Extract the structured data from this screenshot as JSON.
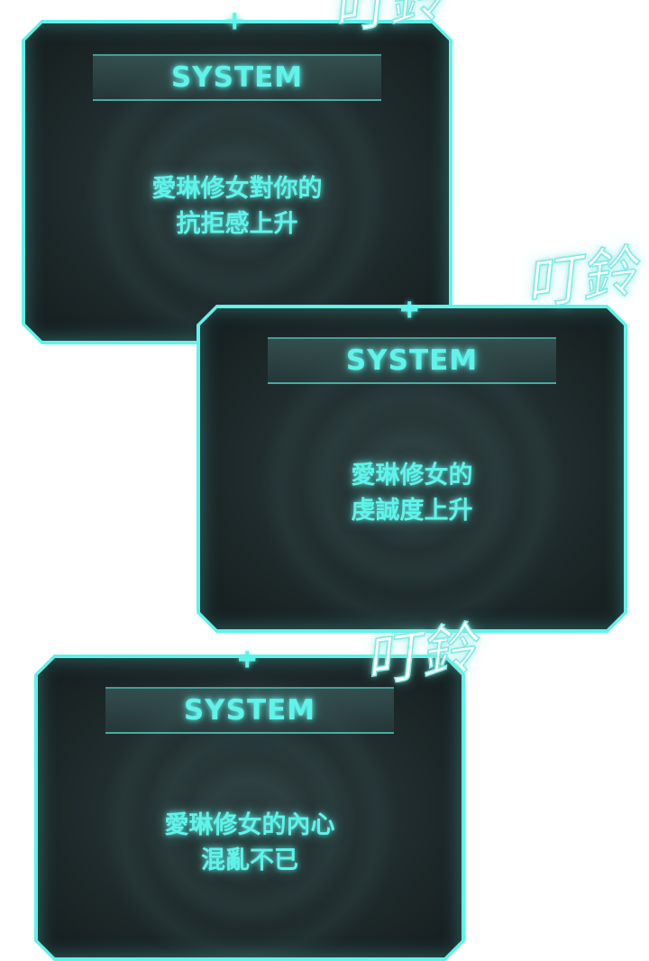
{
  "colors": {
    "accent": "#5ff3ea",
    "panel_bg": "#1f2b2c",
    "page_bg": "#ffffff"
  },
  "panels": [
    {
      "title": "SYSTEM",
      "line1": "愛琳修女對你的",
      "line2": "抗拒感上升",
      "sfx": "叮鈴"
    },
    {
      "title": "SYSTEM",
      "line1": "愛琳修女的",
      "line2": "虔誠度上升",
      "sfx": "叮鈴"
    },
    {
      "title": "SYSTEM",
      "line1": "愛琳修女的內心",
      "line2": "混亂不已",
      "sfx": "叮鈴"
    }
  ]
}
